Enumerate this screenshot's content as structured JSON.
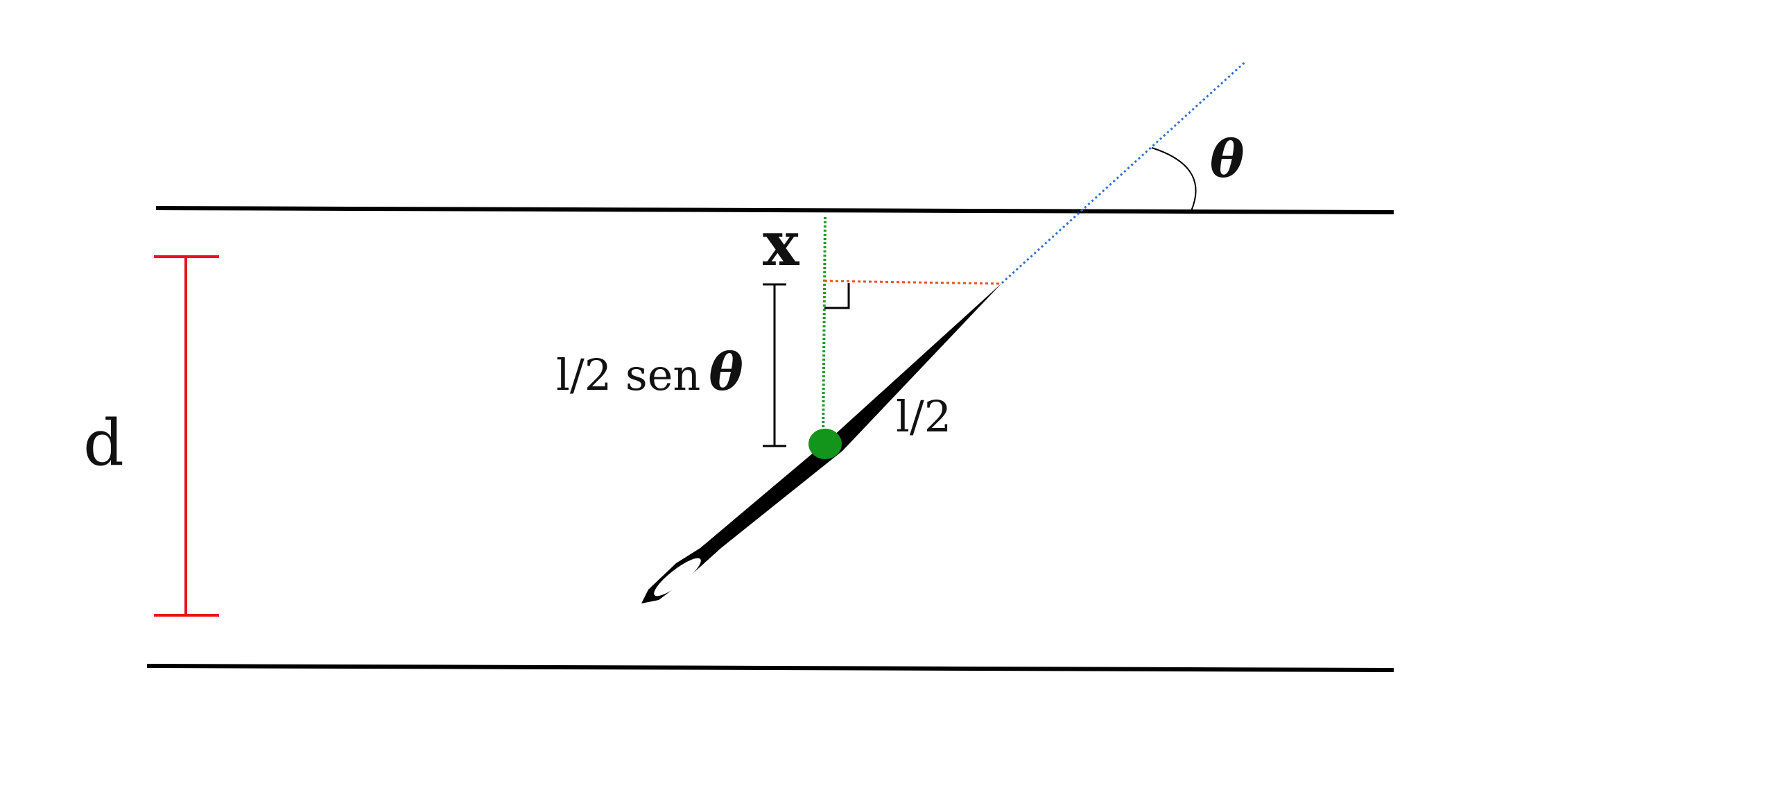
{
  "labels": {
    "d": "d",
    "x": "x",
    "theta": "θ",
    "half_length": "l/2",
    "half_sen_prefix": "l/2 sen",
    "half_sen_theta": "θ"
  },
  "colors": {
    "lines": "#000000",
    "distance_marker": "#e8141b",
    "center_point": "#13941b",
    "vertical_guide": "#1f9a2a",
    "horizontal_guide": "#e8541b",
    "extension_line": "#2f6fd0"
  }
}
